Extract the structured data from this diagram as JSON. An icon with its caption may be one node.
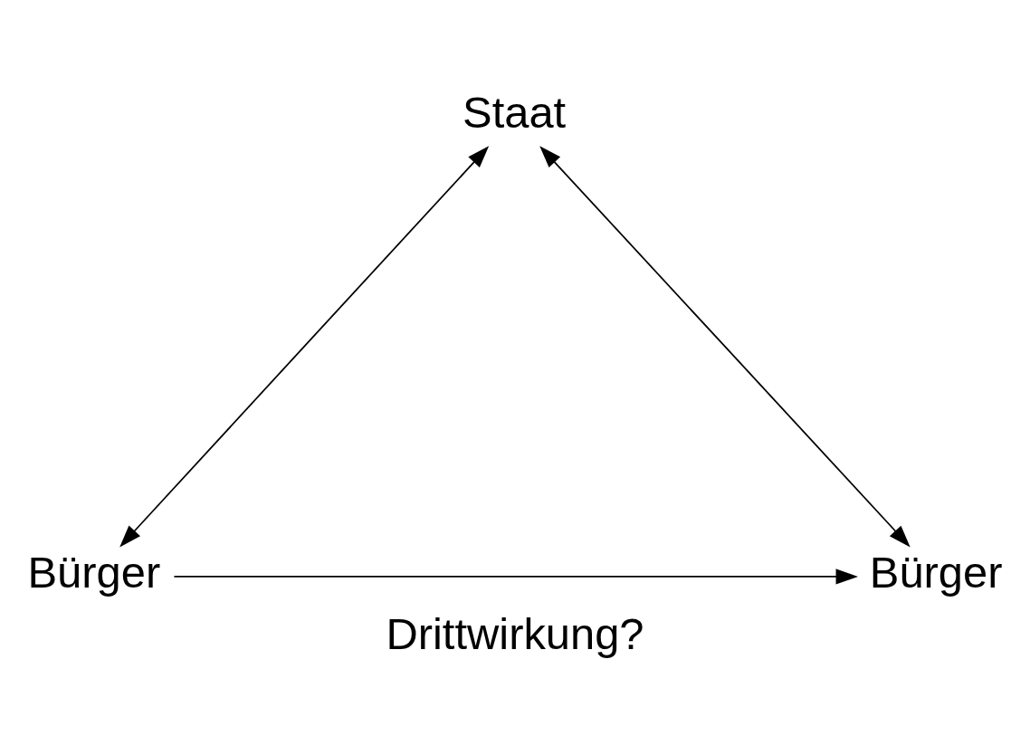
{
  "diagram": {
    "caption": "Drittwirkung?",
    "nodes": [
      {
        "text": [
          "Staat"
        ]
      },
      {
        "text": [
          "Bürger"
        ]
      },
      {
        "text": [
          "Bürger"
        ]
      }
    ],
    "edges": [
      {
        "from": 0,
        "to": 1,
        "arrow": "both"
      },
      {
        "from": 0,
        "to": 2,
        "arrow": "both"
      },
      {
        "from": 1,
        "to": 2,
        "arrow": "to"
      }
    ]
  }
}
